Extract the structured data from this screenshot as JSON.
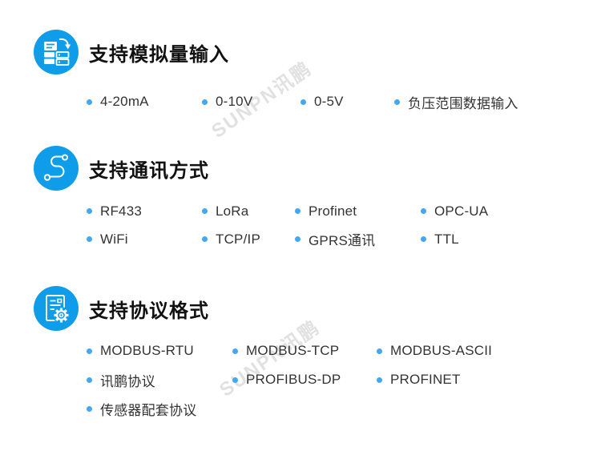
{
  "watermark": {
    "text": "SUNPN讯鹏"
  },
  "colors": {
    "icon_circle_blue": "#0f9ce9",
    "bullet_blue": "#45a7f0",
    "heading_text": "#111111",
    "item_text": "#333333",
    "watermark_gray": "#d8d8d8"
  },
  "sections": [
    {
      "title": "支持模拟量输入",
      "icon": "analog-input-icon",
      "rows": [
        [
          "4-20mA",
          "0-10V",
          "0-5V",
          "负压范围数据输入"
        ]
      ]
    },
    {
      "title": "支持通讯方式",
      "icon": "communication-route-icon",
      "rows": [
        [
          "RF433",
          "LoRa",
          "Profinet",
          "OPC-UA"
        ],
        [
          "WiFi",
          "TCP/IP",
          "GPRS通讯",
          "TTL"
        ]
      ]
    },
    {
      "title": "支持协议格式",
      "icon": "protocol-document-gear-icon",
      "rows": [
        [
          "MODBUS-RTU",
          "MODBUS-TCP",
          "MODBUS-ASCII"
        ],
        [
          "讯鹏协议",
          "PROFIBUS-DP",
          "PROFINET"
        ],
        [
          "传感器配套协议"
        ]
      ]
    }
  ]
}
